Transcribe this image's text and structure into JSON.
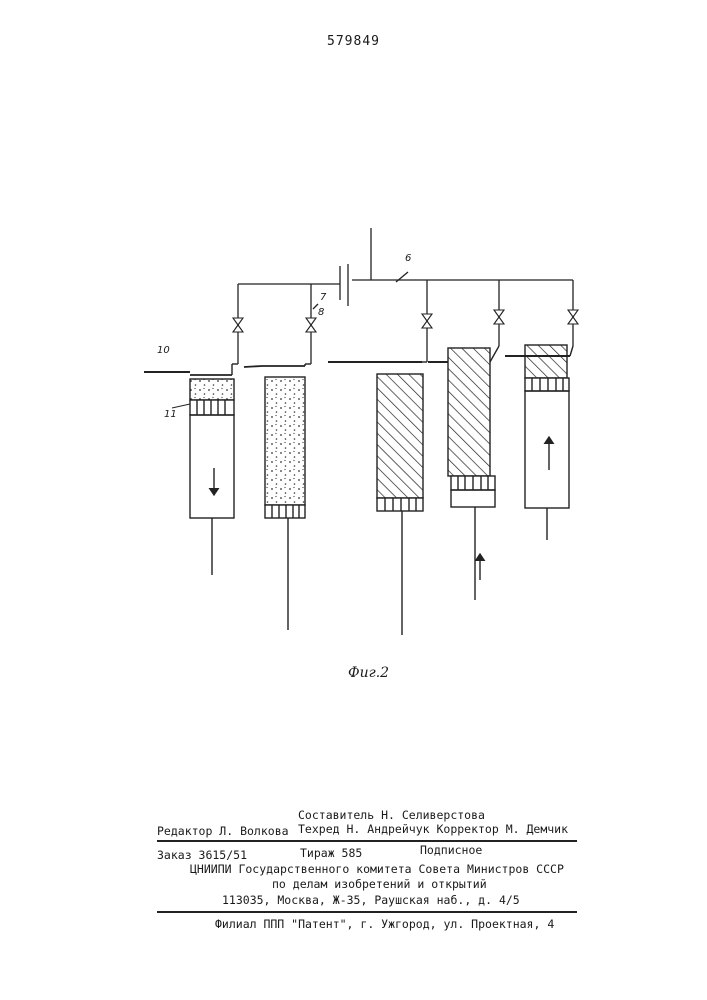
{
  "header": {
    "patent_number": "579849"
  },
  "figure": {
    "caption": "Фиг.2",
    "labels": {
      "l6": "6",
      "l7": "7",
      "l8": "8",
      "l10": "10",
      "l11": "11"
    }
  },
  "imprint": {
    "composer": "Составитель Н. Селиверстова",
    "editor": "Редактор Л. Волкова",
    "tech_corrector": "Техред Н. Андрейчук Корректор М. Демчик",
    "order": "Заказ 3615/51",
    "circulation": "Тираж 585",
    "subscription": "Подписное",
    "institute_line1": "ЦНИИПИ Государственного комитета Совета Министров СССР",
    "institute_line2": "по делам изобретений и открытий",
    "address": "113035, Москва, Ж-35, Раушская наб., д. 4/5",
    "branch": "Филиал ППП \"Патент\", г. Ужгород, ул. Проектная, 4"
  }
}
